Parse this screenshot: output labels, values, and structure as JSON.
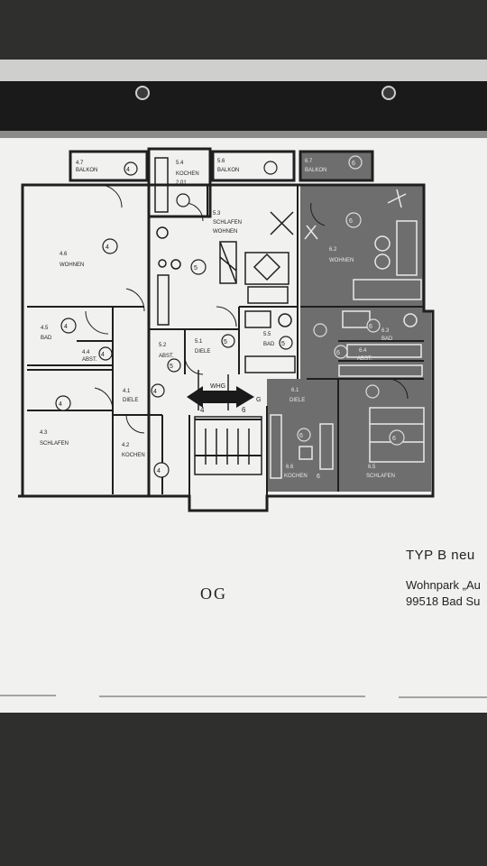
{
  "sheet": {
    "type_label": "TYP  B neu",
    "address_line1": "Wohnpark „Au",
    "address_line2": "99518 Bad Su",
    "floor_label": "OG"
  },
  "rooms": {
    "r47": {
      "num": "4.7",
      "name": "BALKON",
      "unit": "4"
    },
    "r54": {
      "num": "5.4",
      "name": "KOCHEN",
      "extra": "2.01"
    },
    "r56": {
      "num": "5.6",
      "name": "BALKON"
    },
    "r67": {
      "num": "6.7",
      "name": "BALKON"
    },
    "r46": {
      "num": "4.6",
      "name": "WOHNEN",
      "unit": "4"
    },
    "r53": {
      "num": "5.3",
      "name": "SCHLAFEN",
      "name2": "WOHNEN",
      "unit": "5"
    },
    "r62": {
      "num": "6.2",
      "name": "WOHNEN",
      "unit": "6"
    },
    "r45": {
      "num": "4.5",
      "name": "BAD",
      "unit": "4"
    },
    "r44": {
      "num": "4.4",
      "name": "ABST.",
      "unit": "4"
    },
    "r52": {
      "num": "5.2",
      "name": "ABST.",
      "unit": "5"
    },
    "r51": {
      "num": "5.1",
      "name": "DIELE",
      "unit": "5"
    },
    "r55": {
      "num": "5.5",
      "name": "BAD",
      "unit": "5"
    },
    "r63": {
      "num": "6.3",
      "name": "BAD",
      "unit": "6"
    },
    "r64": {
      "num": "6.4",
      "name": "ABST.",
      "unit": "6"
    },
    "r41": {
      "num": "4.1",
      "name": "DIELE",
      "unit": "4"
    },
    "r43": {
      "num": "4.3",
      "name": "SCHLAFEN",
      "unit": "4"
    },
    "r42": {
      "num": "4.2",
      "name": "KOCHEN",
      "unit": "4"
    },
    "r61": {
      "num": "6.1",
      "name": "DIELE",
      "unit": "6"
    },
    "r66": {
      "num": "6.6",
      "name": "KOCHEN",
      "unit": "6"
    },
    "r65": {
      "num": "6.5",
      "name": "SCHLAFEN",
      "unit": "6"
    }
  },
  "stair": {
    "label": "WHG",
    "left_num": "4",
    "right_num": "6",
    "door_code": "G"
  },
  "colors": {
    "background": "#2f302d",
    "paper": "#f1f2f0",
    "highlight": "#6e6e6e",
    "ink": "#1f1f1f"
  }
}
